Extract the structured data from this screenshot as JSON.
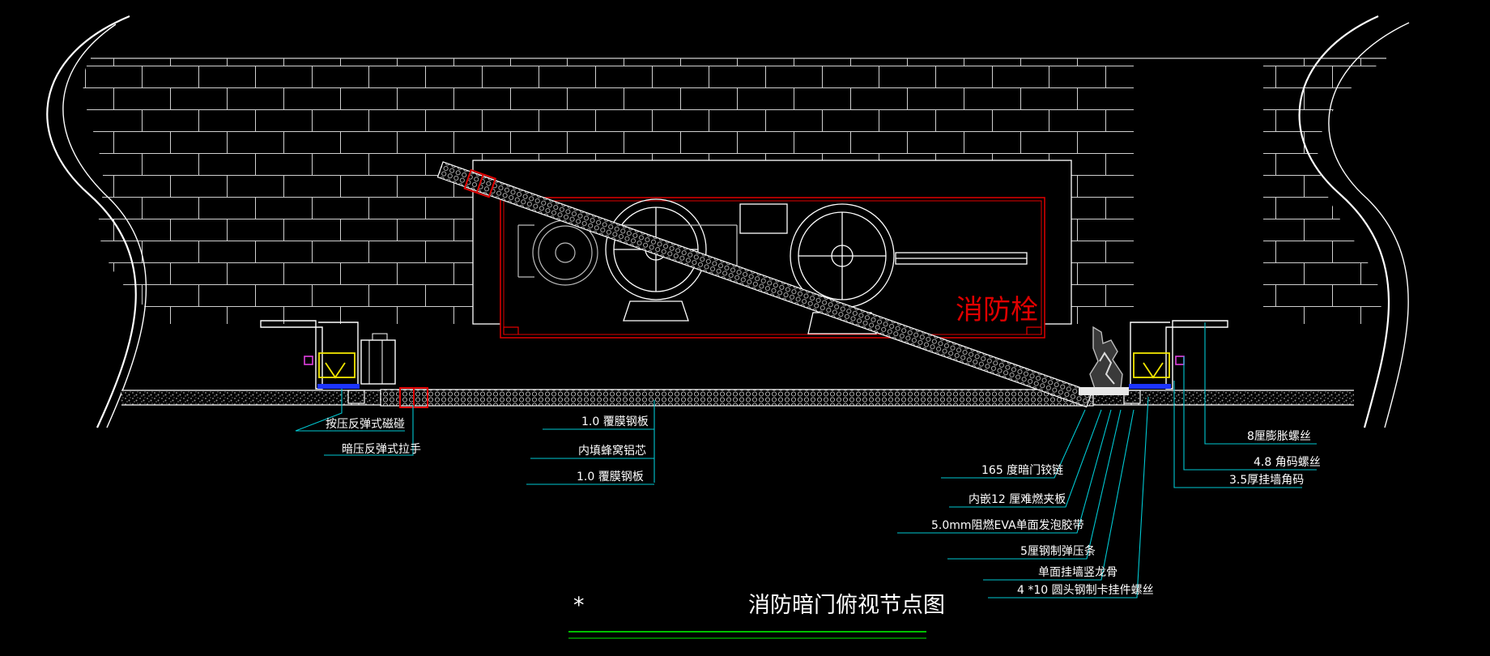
{
  "drawing": {
    "title": "消防暗门俯视节点图",
    "title_marker": "*",
    "cabinet_label": "消防栓",
    "left_callouts": [
      "按压反弹式磁碰",
      "暗压反弹式拉手"
    ],
    "center_callouts": [
      "1.0 覆膜钢板",
      "内填蜂窝铝芯",
      "1.0 覆膜钢板"
    ],
    "lower_right_callouts": [
      "165 度暗门铰链",
      "内嵌12 厘难燃夹板",
      "5.0mm阻燃EVA单面发泡胶带",
      "5厘钢制弹压条",
      "单面挂墙竖龙骨",
      "4 *10 圆头钢制卡挂件螺丝"
    ],
    "far_right_callouts": [
      "8厘膨胀螺丝",
      "4.8 角码螺丝",
      "3.5厚挂墙角码"
    ]
  },
  "colors": {
    "background": "#000000",
    "linework": "#ffffff",
    "leader": "#00c8d2",
    "accent_red": "#e00000",
    "gray": "#bcbcbc",
    "yellow": "#f2e600",
    "blue": "#1c34ff",
    "magenta": "#e040e0",
    "green_underline": "#00c000"
  }
}
